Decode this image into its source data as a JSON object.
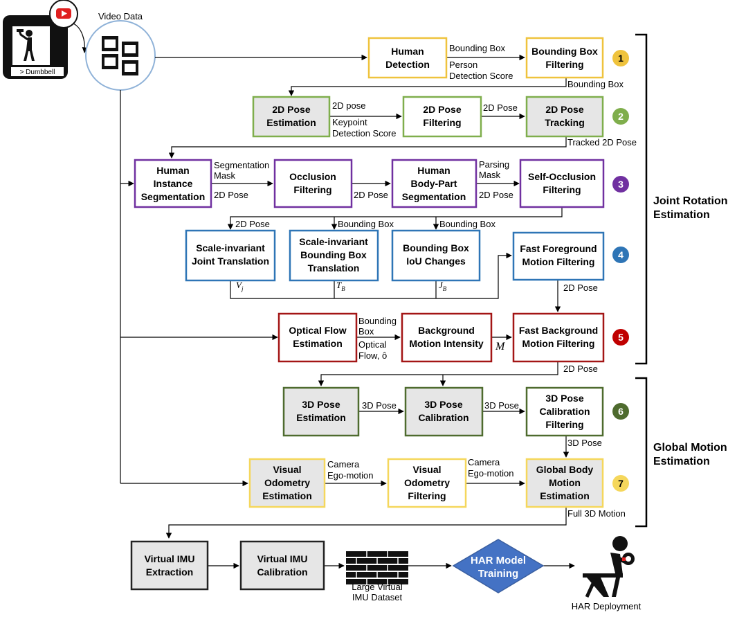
{
  "colors": {
    "yellow": "#efc33d",
    "green": "#7fae4c",
    "purple": "#7030a0",
    "blue": "#2e75b6",
    "red": "#a31515",
    "darkgreen": "#4e6b2e",
    "lightyellow": "#f5d75c",
    "gray_fill": "#e6e6e6",
    "bracket": "#000000"
  },
  "icons": {
    "youtube": "youtube-icon",
    "video": "film-strip-icon",
    "person": "dumbbell-person-icon",
    "dataset": "database-stack-icon",
    "deployment": "seated-person-dumbbell-icon"
  },
  "source": {
    "phone_label": "> Dumbbell",
    "video_label": "Video Data"
  },
  "boxes": {
    "human_detection": [
      "Human",
      "Detection"
    ],
    "bbox_filtering": [
      "Bounding Box",
      "Filtering"
    ],
    "pose2d_est": [
      "2D Pose",
      "Estimation"
    ],
    "pose2d_filter": [
      "2D Pose",
      "Filtering"
    ],
    "pose2d_track": [
      "2D Pose",
      "Tracking"
    ],
    "human_inst_seg": [
      "Human",
      "Instance",
      "Segmentation"
    ],
    "occl_filter": [
      "Occlusion",
      "Filtering"
    ],
    "bodypart_seg": [
      "Human",
      "Body-Part",
      "Segmentation"
    ],
    "self_occl": [
      "Self-Occlusion",
      "Filtering"
    ],
    "joint_trans": [
      "Scale-invariant",
      "Joint Translation"
    ],
    "bbox_trans": [
      "Scale-invariant",
      "Bounding Box",
      "Translation"
    ],
    "iou": [
      "Bounding Box",
      "IoU Changes"
    ],
    "fast_fg": [
      "Fast Foreground",
      "Motion Filtering"
    ],
    "optflow": [
      "Optical Flow",
      "Estimation"
    ],
    "bg_intensity": [
      "Background",
      "Motion Intensity"
    ],
    "fast_bg": [
      "Fast Background",
      "Motion Filtering"
    ],
    "pose3d_est": [
      "3D Pose",
      "Estimation"
    ],
    "pose3d_cal": [
      "3D Pose",
      "Calibration"
    ],
    "pose3d_calfilt": [
      "3D Pose",
      "Calibration",
      "Filtering"
    ],
    "vo_est": [
      "Visual",
      "Odometry",
      "Estimation"
    ],
    "vo_filt": [
      "Visual",
      "Odometry",
      "Filtering"
    ],
    "global_body": [
      "Global Body",
      "Motion",
      "Estimation"
    ],
    "vimu_extract": [
      "Virtual IMU",
      "Extraction"
    ],
    "vimu_cal": [
      "Virtual IMU",
      "Calibration"
    ],
    "har_training": [
      "HAR Model",
      "Training"
    ]
  },
  "edge_labels": {
    "bbox_a": "Bounding Box",
    "person_score": [
      "Person",
      "Detection Score"
    ],
    "bbox_out": "Bounding Box",
    "pose2d_a": "2D pose",
    "kp_score": [
      "Keypoint",
      "Detection Score"
    ],
    "pose2d_b": "2D Pose",
    "tracked": "Tracked 2D Pose",
    "seg_mask": [
      "Segmentation",
      "Mask"
    ],
    "pose2d_c": "2D Pose",
    "pose2d_d": "2D Pose",
    "parsing_mask": [
      "Parsing",
      "Mask"
    ],
    "pose2d_e": "2D Pose",
    "pose2d_f": "2D Pose",
    "bbox_f1": "Bounding Box",
    "bbox_f2": "Bounding Box",
    "vj": "V",
    "vj_sub": "j",
    "tb": "T",
    "tb_sub": "B",
    "jb": "J",
    "jb_sub": "B",
    "pose2d_g": "2D Pose",
    "of_bbox": [
      "Bounding",
      "Box"
    ],
    "of_flow": [
      "Optical",
      "Flow, ô"
    ],
    "m": "M",
    "pose2d_h": "2D Pose",
    "pose3d_a": "3D Pose",
    "pose3d_b": "3D Pose",
    "pose3d_c": "3D Pose",
    "cam_ego_a": [
      "Camera",
      "Ego-motion"
    ],
    "cam_ego_b": [
      "Camera",
      "Ego-motion"
    ],
    "full3d": "Full 3D Motion"
  },
  "steps": [
    "1",
    "2",
    "3",
    "4",
    "5",
    "6",
    "7"
  ],
  "sections": {
    "joint_rotation": [
      "Joint Rotation",
      "Estimation"
    ],
    "global_motion": [
      "Global Motion",
      "Estimation"
    ]
  },
  "bottom": {
    "dataset_label": [
      "Large Virtual",
      "IMU Dataset"
    ],
    "deployment_label": "HAR Deployment"
  }
}
